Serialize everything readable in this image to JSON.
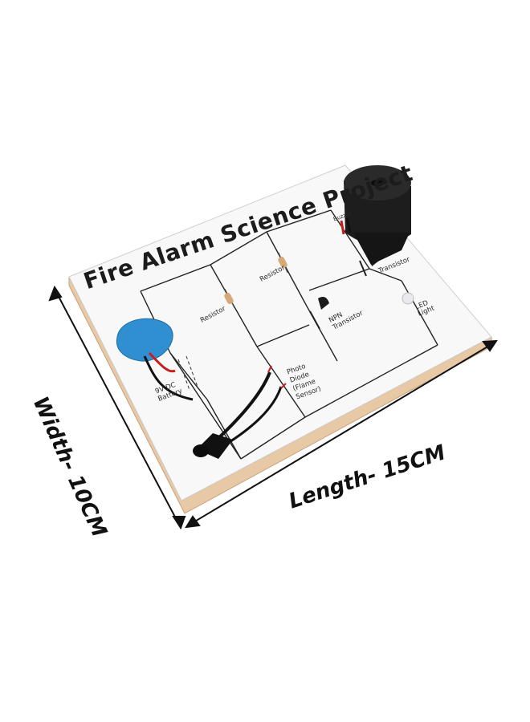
{
  "board": {
    "title": "Fire Alarm Science Project"
  },
  "dimensions": {
    "width_label": "Width- 10CM",
    "length_label": "Length- 15CM"
  },
  "components": {
    "resistor_1": "Resistor",
    "resistor_2": "Resistor",
    "buzzer": "Buzzer",
    "transistor_top": "Transistor",
    "npn_transistor": "NPN Transistor",
    "photo_diode": "Photo Diode (Flame Sensor)",
    "led_light": "LED Light",
    "battery": "9V DC Battery"
  },
  "colors": {
    "board_top": "#f7f7f7",
    "board_edge": "#e6c7a3",
    "battery_clip": "#2f8fd0",
    "buzzer": "#1a1a1a",
    "wire_red": "#c81e1e",
    "wire_black": "#111111"
  }
}
